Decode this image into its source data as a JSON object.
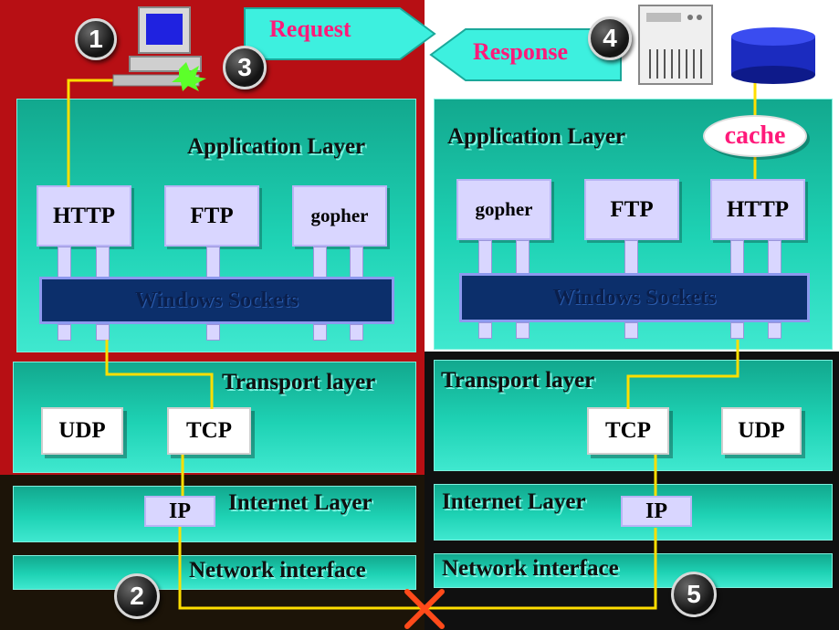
{
  "steps": [
    "1",
    "2",
    "3",
    "4",
    "5"
  ],
  "arrows": {
    "request": "Request",
    "response": "Response"
  },
  "client": {
    "application_layer": "Application Layer",
    "apps": [
      "HTTP",
      "FTP",
      "gopher"
    ],
    "sockets": "Windows Sockets",
    "transport_layer": "Transport layer",
    "transport": [
      "UDP",
      "TCP"
    ],
    "internet_layer": "Internet Layer",
    "ip": "IP",
    "network_interface": "Network interface"
  },
  "server": {
    "application_layer": "Application Layer",
    "cache": "cache",
    "apps": [
      "gopher",
      "FTP",
      "HTTP"
    ],
    "sockets": "Windows Sockets",
    "transport_layer": "Transport layer",
    "transport": [
      "TCP",
      "UDP"
    ],
    "internet_layer": "Internet Layer",
    "ip": "IP",
    "network_interface": "Network interface"
  },
  "colors": {
    "wire": "#ffde00",
    "panel": "#1ed2b4",
    "protocol_box": "#d9d6ff",
    "sockets": "#0c2f6b",
    "request_arrow": "#3df0df",
    "label_pink": "#ff1a7a",
    "break_mark": "#ff4a1a"
  },
  "icons": [
    "computer-icon",
    "server-icon",
    "database-icon",
    "break-x-icon"
  ]
}
